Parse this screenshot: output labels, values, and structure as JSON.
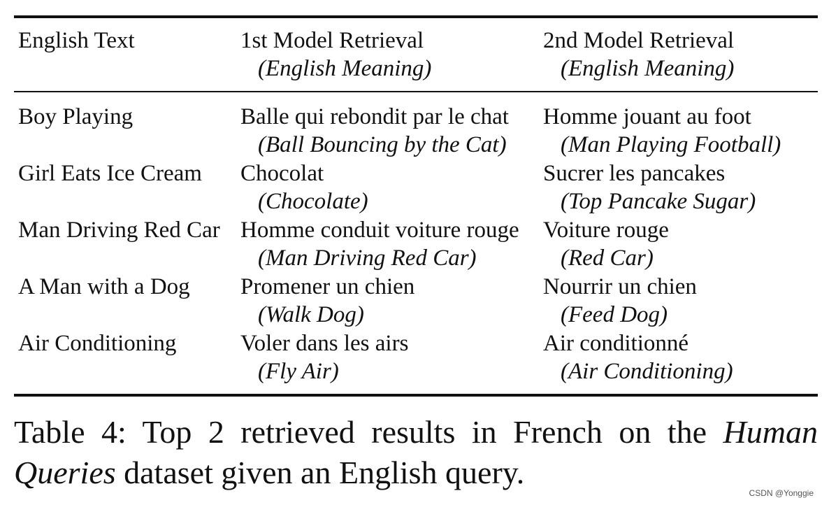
{
  "table": {
    "headers": [
      {
        "main": "English Text",
        "sub": ""
      },
      {
        "main": "1st Model Retrieval",
        "sub": "(English Meaning)"
      },
      {
        "main": "2nd Model Retrieval",
        "sub": "(English Meaning)"
      }
    ],
    "rows": [
      {
        "english": "Boy Playing",
        "first": {
          "french": "Balle qui rebondit par le chat",
          "meaning": "(Ball Bouncing by the Cat)"
        },
        "second": {
          "french": "Homme jouant au foot",
          "meaning": "(Man Playing Football)"
        }
      },
      {
        "english": "Girl Eats Ice Cream",
        "first": {
          "french": "Chocolat",
          "meaning": "(Chocolate)"
        },
        "second": {
          "french": "Sucrer les pancakes",
          "meaning": "(Top Pancake Sugar)"
        }
      },
      {
        "english": "Man Driving Red Car",
        "first": {
          "french": "Homme conduit voiture rouge",
          "meaning": "(Man Driving Red Car)"
        },
        "second": {
          "french": "Voiture rouge",
          "meaning": "(Red Car)"
        }
      },
      {
        "english": "A Man with a Dog",
        "first": {
          "french": "Promener un chien",
          "meaning": "(Walk Dog)"
        },
        "second": {
          "french": "Nourrir un chien",
          "meaning": "(Feed Dog)"
        }
      },
      {
        "english": "Air Conditioning",
        "first": {
          "french": "Voler dans les airs",
          "meaning": "(Fly Air)"
        },
        "second": {
          "french": "Air conditionné",
          "meaning": "(Air Conditioning)"
        }
      }
    ]
  },
  "caption": {
    "prefix": "Table 4: Top 2 retrieved results in French on the ",
    "italic": "Human Queries",
    "suffix": " dataset given an English query."
  },
  "watermark": "CSDN @Yonggie"
}
